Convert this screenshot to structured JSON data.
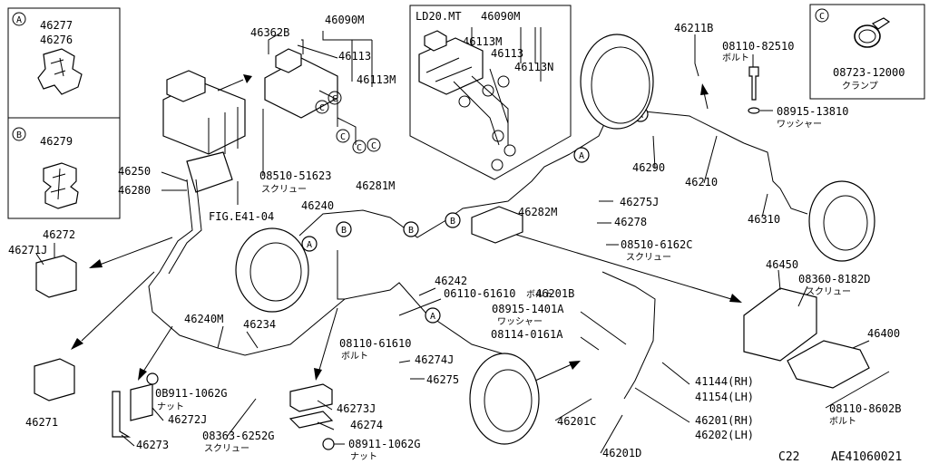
{
  "inset_a": {
    "letter": "A",
    "part1": "46277",
    "part2": "46276"
  },
  "inset_b": {
    "letter": "B",
    "part1": "46279"
  },
  "inset_c": {
    "letter": "C",
    "part1": "08723-12000",
    "part1_note": "クランプ"
  },
  "ld20_box": {
    "title": "LD20.MT",
    "part_main": "46090M",
    "p1": "46113M",
    "p2": "46113",
    "p3": "46113N"
  },
  "labels": {
    "l46362B": "46362B",
    "l46090M": "46090M",
    "l46113": "46113",
    "l46113M": "46113M",
    "l46211B": "46211B",
    "l08110_82510": "08110-82510",
    "l08110_82510_note": "ボルト",
    "l08915_13810": "08915-13810",
    "l08915_13810_note": "ワッシャー",
    "l46250": "46250",
    "l46280": "46280",
    "l08510_51623": "08510-51623",
    "l08510_51623_note": "スクリュー",
    "fig": "FIG.E41-04",
    "l46281M": "46281M",
    "l46290": "46290",
    "l46210": "46210",
    "l46275J": "46275J",
    "l46240": "46240",
    "l46282M": "46282M",
    "l46278": "46278",
    "l46310": "46310",
    "l46272": "46272",
    "l46271J": "46271J",
    "l08510_6162C": "08510-6162C",
    "l08510_6162C_note": "スクリュー",
    "l46450": "46450",
    "l08360_8182D": "08360-8182D",
    "l08360_8182D_note": "スクリュー",
    "l46242": "46242",
    "l06110_61610": "06110-61610",
    "l06110_61610_note": "ボルト",
    "l46201B": "46201B",
    "l46240M": "46240M",
    "l46234": "46234",
    "l08915_1401A": "08915-1401A",
    "l08915_1401A_note": "ワッシャー",
    "l46400": "46400",
    "l08114_0161A": "08114-0161A",
    "l08110_61610": "08110-61610",
    "l08110_61610_note": "ボルト",
    "l46274J": "46274J",
    "l46275": "46275",
    "l41144": "41144(RH)",
    "l41154": "41154(LH)",
    "l46271": "46271",
    "l08911_1062G_a": "0B911-1062G",
    "l08911_1062G_a_note": "ナット",
    "l46272J": "46272J",
    "l46273J": "46273J",
    "l46201C": "46201C",
    "l46201": "46201(RH)",
    "l46202": "46202(LH)",
    "l08110_8602B": "08110-8602B",
    "l08110_8602B_note": "ボルト",
    "l08363_6252G": "08363-6252G",
    "l08363_6252G_note": "スクリュー",
    "l46274": "46274",
    "l46273": "46273",
    "l08911_1062G_b": "08911-1062G",
    "l08911_1062G_b_note": "ナット",
    "l46201D": "46201D"
  },
  "callouts": {
    "a": "A",
    "b": "B",
    "c": "C"
  },
  "footer": {
    "page": "C22",
    "code": "AE41060021"
  }
}
